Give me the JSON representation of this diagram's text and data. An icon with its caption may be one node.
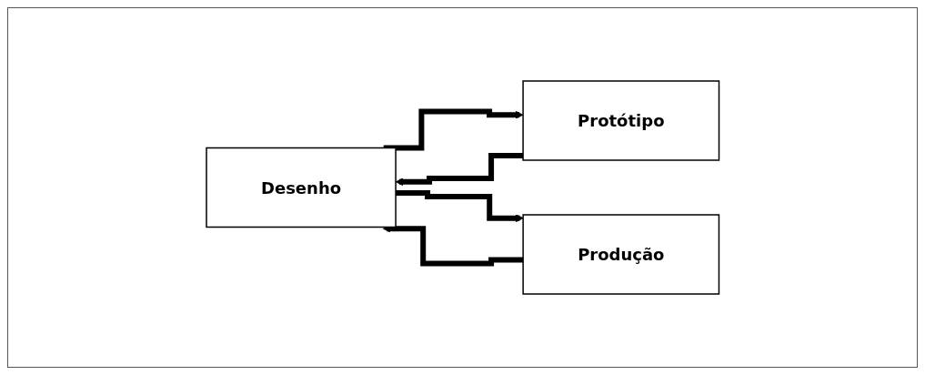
{
  "diagram": {
    "nodes": [
      {
        "text": [
          "Desenho"
        ]
      },
      {
        "text": [
          "Protótipo"
        ]
      },
      {
        "text": [
          "Produção"
        ]
      }
    ],
    "edges": [
      {
        "from": 0,
        "to": 1,
        "arrow": "to"
      },
      {
        "from": 0,
        "to": 2,
        "arrow": "to"
      },
      {
        "from": 1,
        "to": 0,
        "arrow": "to"
      },
      {
        "from": 2,
        "to": 0,
        "arrow": "to"
      }
    ]
  }
}
